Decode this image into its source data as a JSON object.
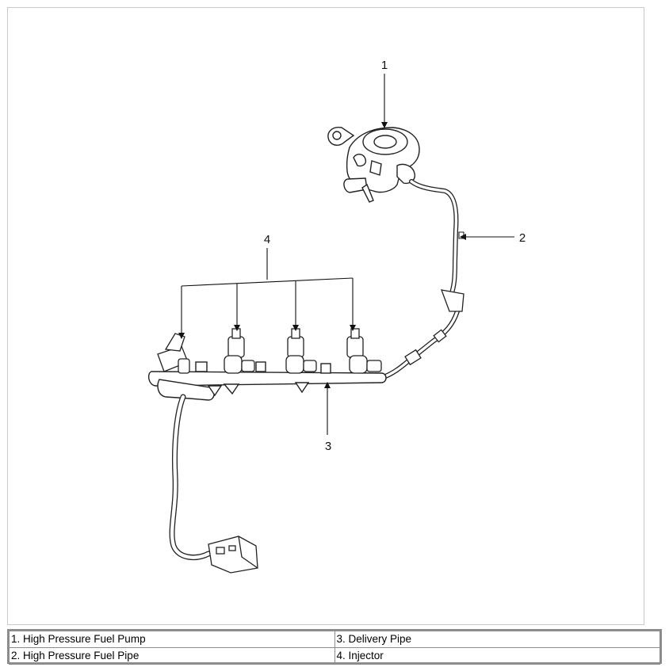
{
  "diagram": {
    "callouts": [
      {
        "id": "1",
        "text": "1"
      },
      {
        "id": "2",
        "text": "2"
      },
      {
        "id": "3",
        "text": "3"
      },
      {
        "id": "4",
        "text": "4"
      }
    ]
  },
  "legend": {
    "rows": [
      [
        {
          "text": "1. High Pressure Fuel Pump"
        },
        {
          "text": "3. Delivery Pipe"
        }
      ],
      [
        {
          "text": "2. High Pressure Fuel Pipe"
        },
        {
          "text": "4. Injector"
        }
      ]
    ]
  }
}
